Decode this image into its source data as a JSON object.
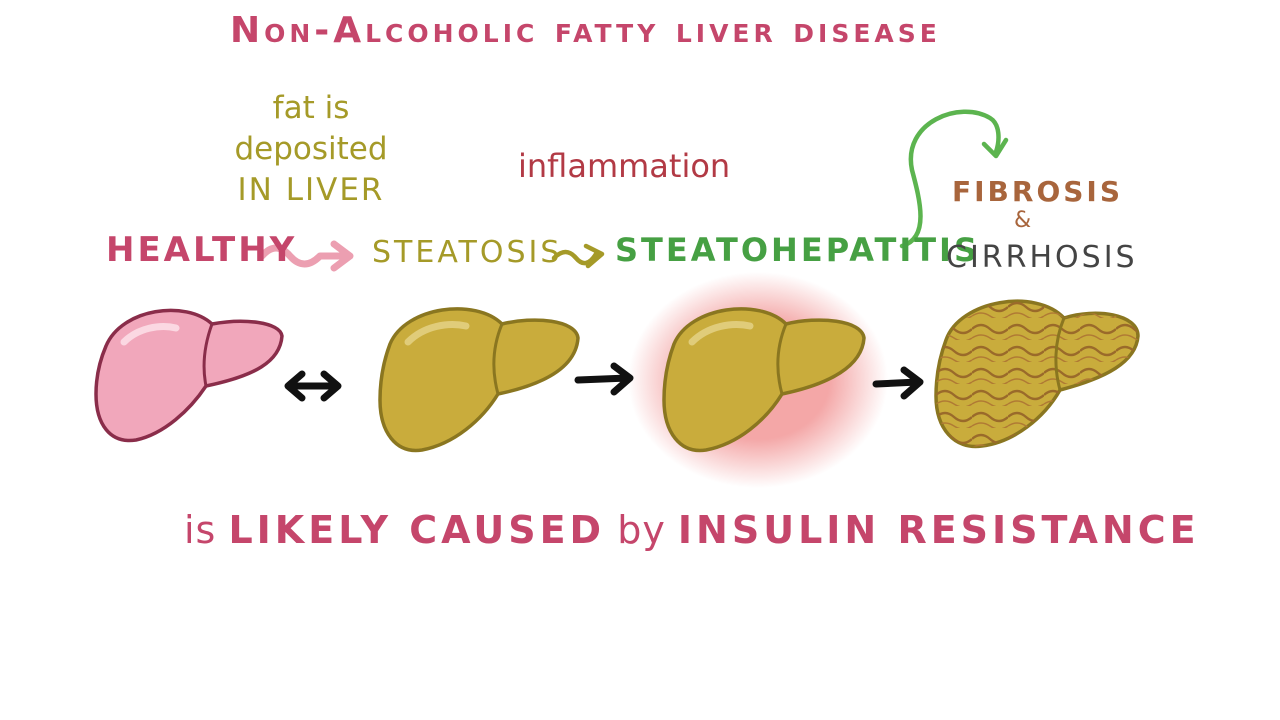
{
  "title": "Non-Alcoholic fatty liver disease",
  "notes": {
    "fat_line1": "fat is",
    "fat_line2": "deposited",
    "fat_line3": "in LIVER",
    "inflammation": "inflammation"
  },
  "stages": {
    "healthy": "Healthy",
    "steatosis": "Steatosis",
    "steatohepatitis": "Steatohepatitis",
    "fibrosis": "Fibrosis",
    "ampersand": "&",
    "cirrhosis": "Cirrhosis"
  },
  "caption": {
    "part1": "is",
    "part2": "Likely Caused",
    "part3": "by",
    "part4": "Insulin Resistance"
  },
  "colors": {
    "title_pink": "#c5466b",
    "olive": "#a59a28",
    "green": "#46a043",
    "brown": "#a8653c",
    "red": "#b23a45",
    "healthy_liver": "#f1a7bb",
    "fatty_liver": "#c9ac3c",
    "outline": "#8a2d4a"
  },
  "icons": [
    "squiggle-arrow-icon",
    "double-arrow-icon",
    "right-arrow-icon",
    "curved-arrow-icon"
  ]
}
